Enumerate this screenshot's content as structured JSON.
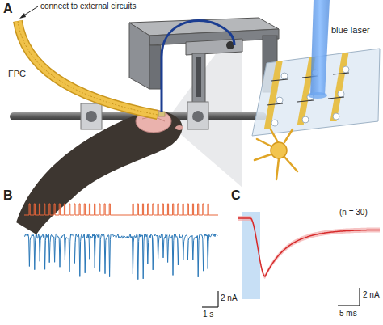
{
  "diagram": {
    "labels": [
      "A",
      "connect to external circuits",
      "FPC",
      "blue laser",
      "B",
      "1 s",
      "2 nA",
      "C",
      "(n = 30)",
      "5 ms",
      "2 nA"
    ]
  }
}
